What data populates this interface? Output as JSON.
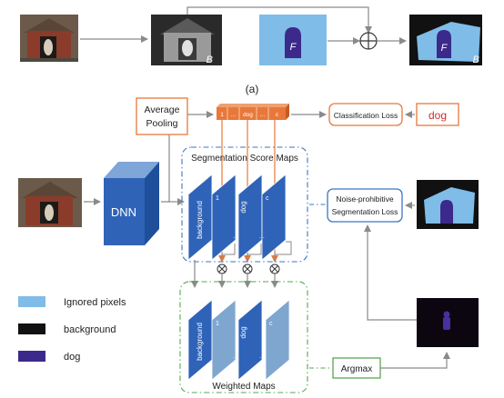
{
  "panel_label": "(a)",
  "top_row": {
    "b_label_1": "B",
    "f_label": "F",
    "b_label_2": "B",
    "f_label_2": "F"
  },
  "pooling": {
    "line1": "Average",
    "line2": "Pooling"
  },
  "class_vector": {
    "cells": [
      "1",
      "...",
      "dog",
      "...",
      "c"
    ]
  },
  "classification_loss": "Classification Loss",
  "class_label": "dog",
  "score_maps": {
    "title": "Segmentation Score Maps",
    "channels": [
      "background",
      "1",
      "dog",
      "c"
    ],
    "ellipsis": "..."
  },
  "dnn": "DNN",
  "seg_loss": {
    "line1": "Noise-prohibitive",
    "line2": "Segmentation Loss"
  },
  "weighted_maps": {
    "title": "Weighted Maps",
    "channels": [
      "background",
      "1",
      "dog",
      "c"
    ],
    "ellipsis": "..."
  },
  "argmax": "Argmax",
  "legend": [
    {
      "label": "Ignored pixels",
      "color": "#7fbce8"
    },
    {
      "label": "background",
      "color": "#111111"
    },
    {
      "label": "dog",
      "color": "#3b2a8a"
    }
  ],
  "colors": {
    "map_blue": "#2f63b8",
    "map_pale": "#7fa6cf",
    "ignored_blue": "#7fbce8",
    "dog_purple": "#3b2a8a",
    "orange": "#e8783a",
    "red_text": "#d62c2c",
    "blue_dash": "#3a77c4",
    "green_dash": "#5aa654",
    "arrow_gray": "#8a8a8a"
  }
}
